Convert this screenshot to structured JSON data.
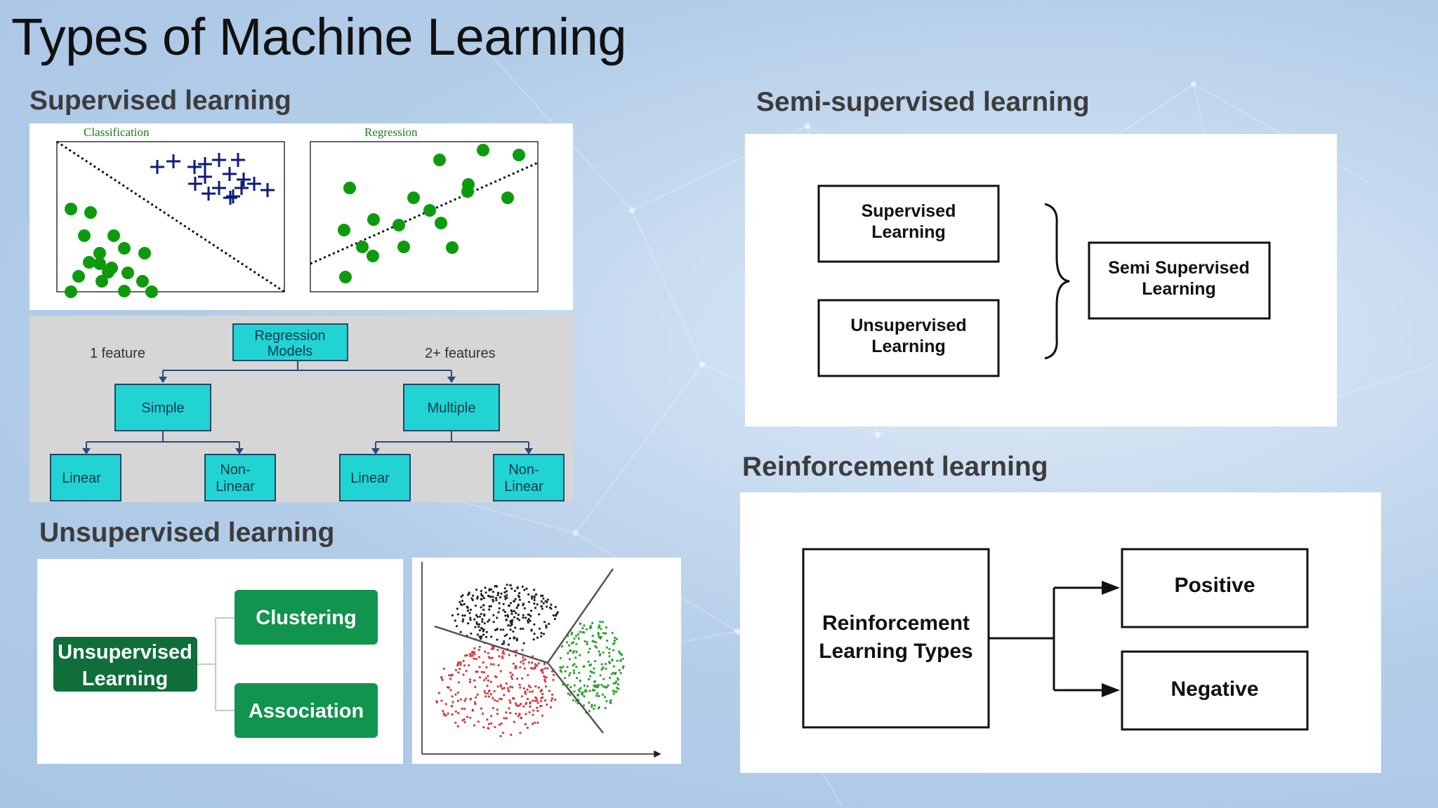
{
  "title": "Types of Machine Learning",
  "supervised": {
    "heading": "Supervised learning",
    "classification_label": "Classification",
    "regression_label": "Regression",
    "tree": {
      "root": "Regression\nModels",
      "left_edge": "1 feature",
      "right_edge": "2+ features",
      "left": "Simple",
      "right": "Multiple",
      "leaves": [
        "Linear",
        "Non-\nLinear",
        "Linear",
        "Non-\nLinear"
      ]
    }
  },
  "unsupervised": {
    "heading": "Unsupervised learning",
    "root": "Unsupervised\nLearning",
    "children": [
      "Clustering",
      "Association"
    ]
  },
  "semi_supervised": {
    "heading": "Semi-supervised learning",
    "inputs": [
      "Supervised\nLearning",
      "Unsupervised\nLearning"
    ],
    "output": "Semi Supervised\nLearning"
  },
  "reinforcement": {
    "heading": "Reinforcement learning",
    "root": "Reinforcement\nLearning Types",
    "children": [
      "Positive",
      "Negative"
    ]
  },
  "colors": {
    "green_dot": "#0d9b0d",
    "plus_navy": "#0e1a7a",
    "teal_box": "#22d3d3",
    "dark_green": "#0f6e3a",
    "mid_green": "#11944d"
  }
}
